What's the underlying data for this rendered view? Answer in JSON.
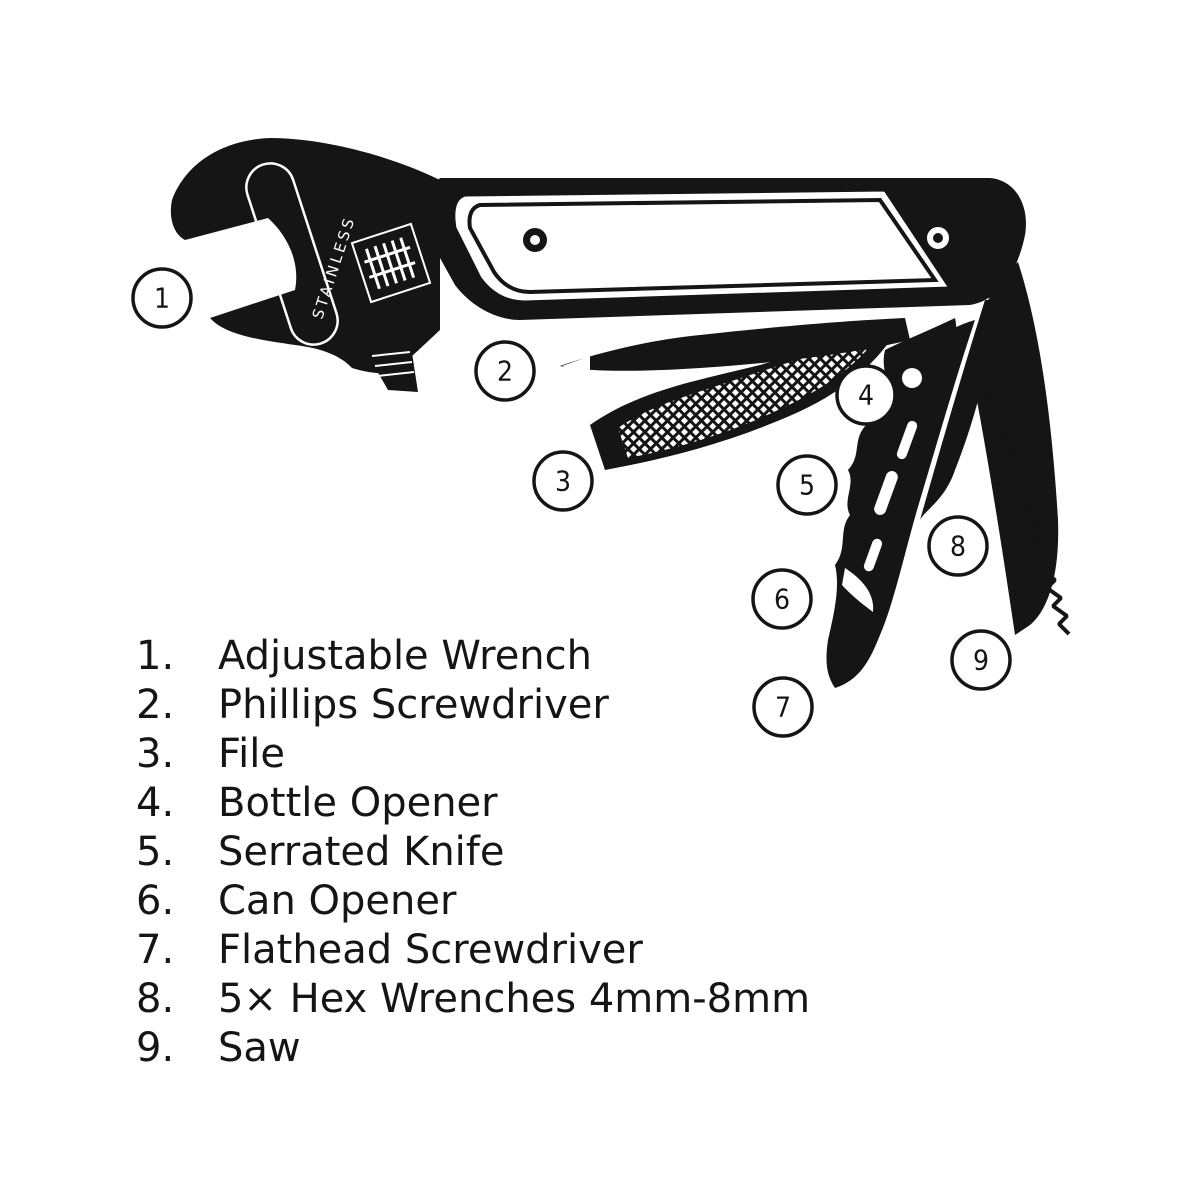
{
  "colors": {
    "ink": "#151515",
    "background": "#ffffff"
  },
  "tool": {
    "engraving": "STAINLESS"
  },
  "callouts": [
    "1",
    "2",
    "3",
    "4",
    "5",
    "6",
    "7",
    "8",
    "9"
  ],
  "legend": [
    {
      "num": "1.",
      "label": "Adjustable Wrench"
    },
    {
      "num": "2.",
      "label": "Phillips Screwdriver"
    },
    {
      "num": "3.",
      "label": "File"
    },
    {
      "num": "4.",
      "label": "Bottle Opener"
    },
    {
      "num": "5.",
      "label": "Serrated Knife"
    },
    {
      "num": "6.",
      "label": "Can Opener"
    },
    {
      "num": "7.",
      "label": "Flathead Screwdriver"
    },
    {
      "num": "8.",
      "label": "5× Hex  Wrenches 4mm-8mm"
    },
    {
      "num": "9.",
      "label": "Saw"
    }
  ]
}
